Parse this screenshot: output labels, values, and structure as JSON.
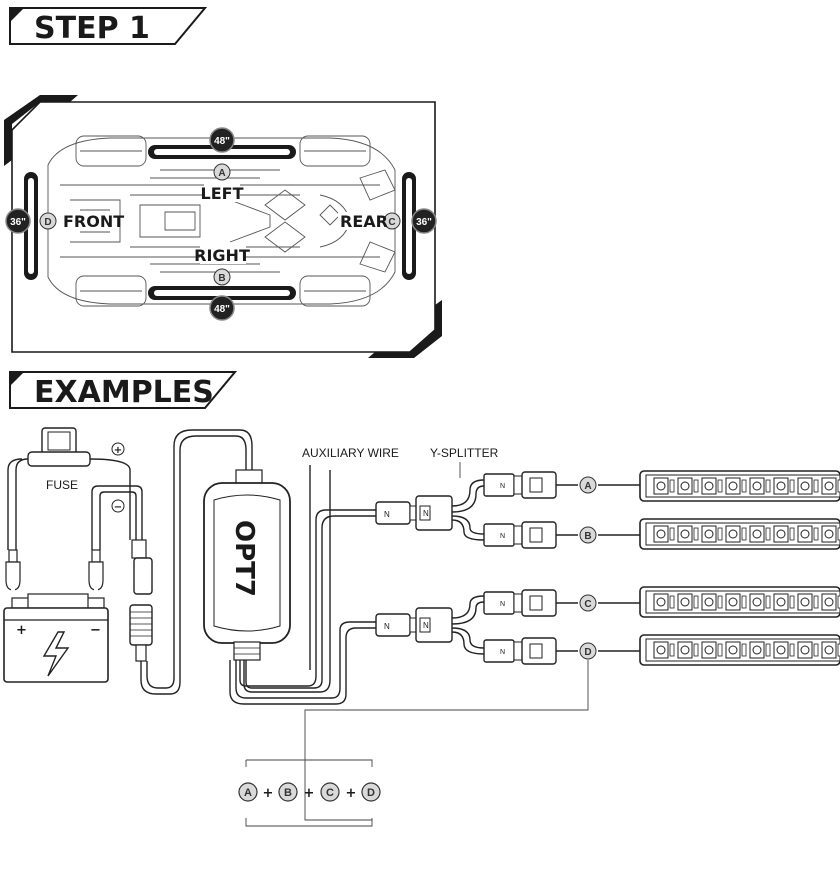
{
  "headings": {
    "step1": "STEP 1",
    "examples": "EXAMPLES"
  },
  "vehicle": {
    "front_label": "FRONT",
    "rear_label": "REAR",
    "left_label": "LEFT",
    "right_label": "RIGHT",
    "strips": [
      {
        "id": "A",
        "position": "left",
        "size": "48\""
      },
      {
        "id": "B",
        "position": "right",
        "size": "48\""
      },
      {
        "id": "C",
        "position": "rear",
        "size": "36\""
      },
      {
        "id": "D",
        "position": "front",
        "size": "36\""
      }
    ]
  },
  "wiring": {
    "fuse_label": "FUSE",
    "positive_symbol": "+",
    "negative_symbol": "−",
    "auxiliary_wire_label": "AUXILIARY WIRE",
    "y_splitter_label": "Y-SPLITTER",
    "controller_brand": "OPT7",
    "battery_plus": "+",
    "battery_minus": "−",
    "connector_pin_label": "N",
    "outputs": [
      "A",
      "B",
      "C",
      "D"
    ]
  },
  "formula": {
    "terms": [
      "A",
      "B",
      "C",
      "D"
    ],
    "operator": "+"
  },
  "colors": {
    "ink": "#1a1a1a",
    "badge_fill": "#222222",
    "circle_fill": "#d9d9d9"
  }
}
